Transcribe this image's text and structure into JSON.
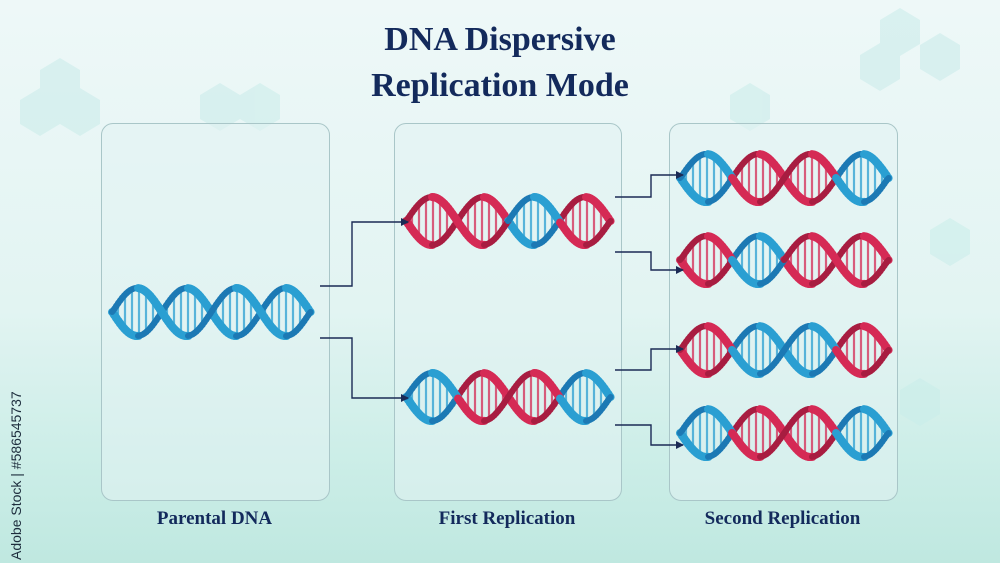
{
  "title_line1": "DNA Dispersive",
  "title_line2": "Replication Mode",
  "panels": [
    {
      "label": "Parental DNA"
    },
    {
      "label": "First Replication"
    },
    {
      "label": "Second Replication"
    }
  ],
  "stock_id": "Adobe Stock | #586545737",
  "colors": {
    "blue": "#2a9fd2",
    "blue_dark": "#1c79b4",
    "red": "#d52a55",
    "red_dark": "#a81d41",
    "title": "#132a5c",
    "arrow": "#1b2a55"
  },
  "helices": [
    {
      "panel": "parental",
      "pattern": "BBBB"
    },
    {
      "panel": "first-top",
      "pattern": "RRBR"
    },
    {
      "panel": "first-bottom",
      "pattern": "BRRB"
    },
    {
      "panel": "second-1",
      "pattern": "BRRB"
    },
    {
      "panel": "second-2",
      "pattern": "RBRR"
    },
    {
      "panel": "second-3",
      "pattern": "RBBR"
    },
    {
      "panel": "second-4",
      "pattern": "BRRB"
    }
  ]
}
